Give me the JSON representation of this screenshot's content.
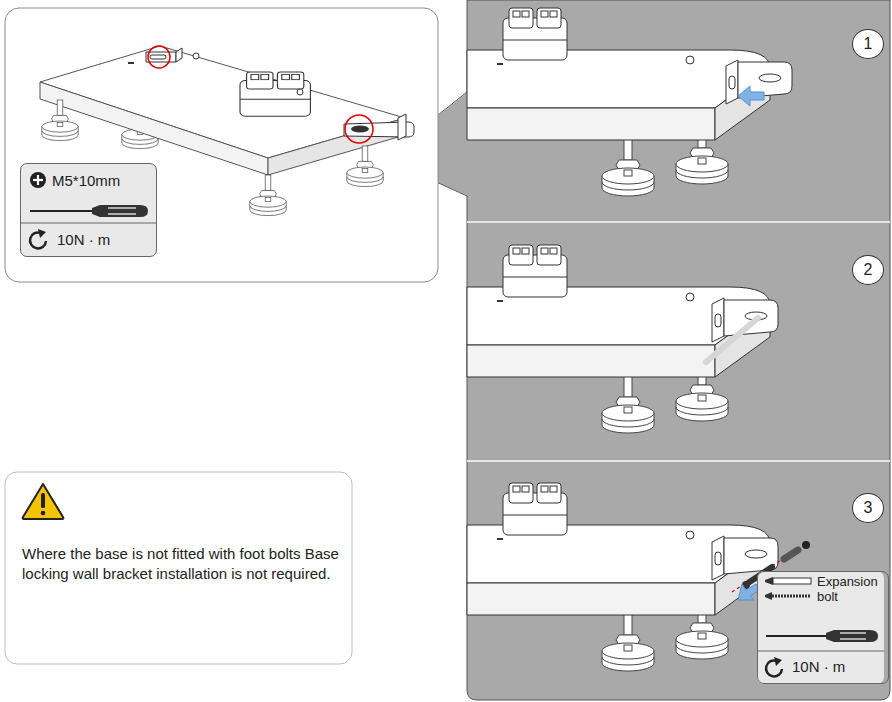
{
  "diagram": {
    "nodes": [
      {
        "text": [
          "M5*10mm",
          "10N · m"
        ]
      },
      {
        "text": [
          "Where the base is not fitted with foot bolts Base locking wall bracket installation is not required."
        ]
      },
      {
        "text": [
          "1"
        ]
      },
      {
        "text": [
          "2"
        ]
      },
      {
        "text": [
          "3"
        ]
      },
      {
        "text": [
          "Expansion bolt",
          "10N · m"
        ]
      }
    ]
  }
}
